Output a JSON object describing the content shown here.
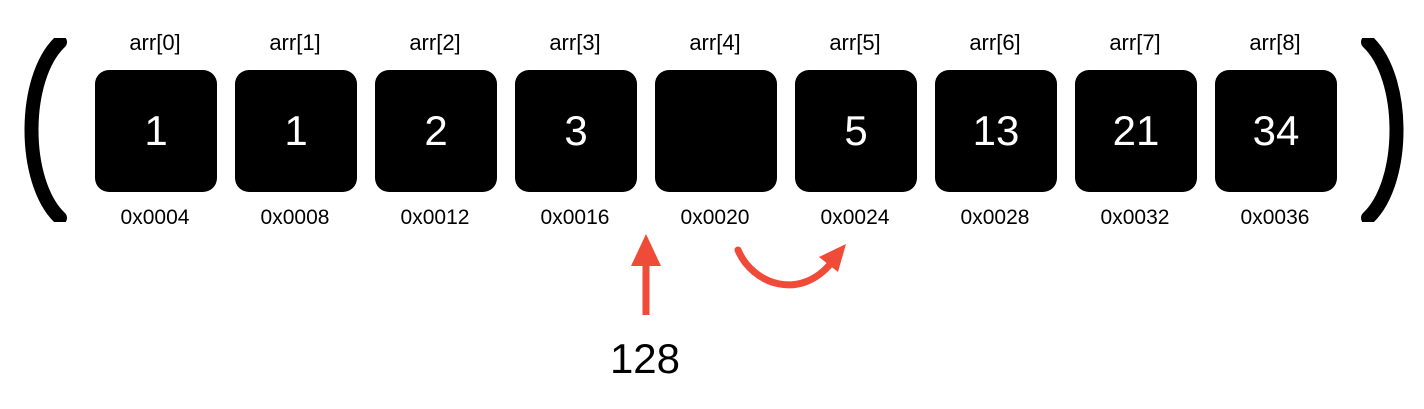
{
  "array": {
    "cells": [
      {
        "index_label": "arr[0]",
        "value": "1",
        "address": "0x0004"
      },
      {
        "index_label": "arr[1]",
        "value": "1",
        "address": "0x0008"
      },
      {
        "index_label": "arr[2]",
        "value": "2",
        "address": "0x0012"
      },
      {
        "index_label": "arr[3]",
        "value": "3",
        "address": "0x0016"
      },
      {
        "index_label": "arr[4]",
        "value": "",
        "address": "0x0020"
      },
      {
        "index_label": "arr[5]",
        "value": "5",
        "address": "0x0024"
      },
      {
        "index_label": "arr[6]",
        "value": "13",
        "address": "0x0028"
      },
      {
        "index_label": "arr[7]",
        "value": "21",
        "address": "0x0032"
      },
      {
        "index_label": "arr[8]",
        "value": "34",
        "address": "0x0036"
      }
    ]
  },
  "insertion": {
    "value": "128"
  },
  "colors": {
    "box": "#000000",
    "box_text": "#ffffff",
    "arrow": "#f04a38"
  }
}
